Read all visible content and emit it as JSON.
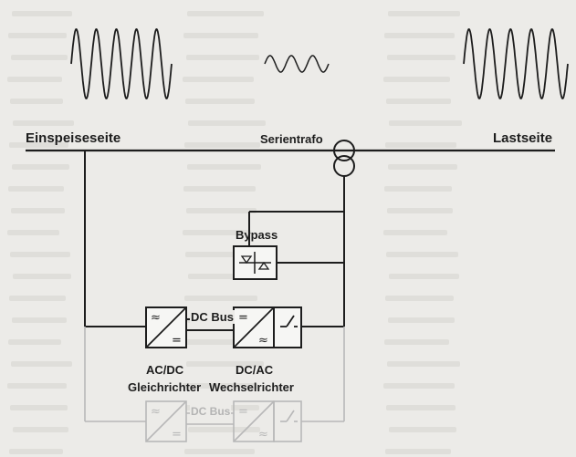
{
  "diagram": {
    "labels": {
      "supply_side": "Einspeiseseite",
      "series_transformer": "Serientrafo",
      "load_side": "Lastseite",
      "bypass": "Bypass",
      "dc_bus": "DC Bus",
      "dc_bus_ghost": "DC Bus",
      "rectifier_type": "AC/DC",
      "rectifier_name": "Gleichrichter",
      "inverter_type": "DC/AC",
      "inverter_name": "Wechselrichter"
    },
    "symbols": {
      "ac": "≈",
      "dc": "="
    },
    "colors": {
      "line": "#1d1d1d",
      "ghost": "#b8b8b8",
      "background": "#ecebe8",
      "page_text": "#c9c7c2"
    },
    "icons": [
      "sine-wave-icon",
      "transformer-icon",
      "thyristor-switch-icon",
      "converter-icon",
      "switch-icon"
    ]
  }
}
